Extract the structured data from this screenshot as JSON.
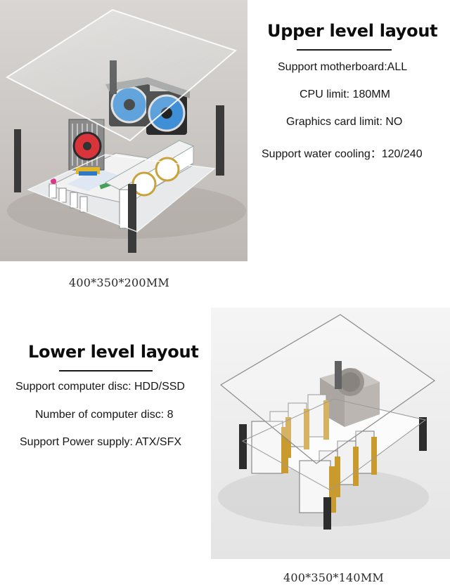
{
  "upper": {
    "heading": "Upper level layout",
    "specs": [
      "Support motherboard:ALL",
      "CPU limit: 180MM",
      "Graphics card limit: NO",
      "Support water cooling：120/240"
    ],
    "dimensions": "400*350*200MM"
  },
  "lower": {
    "heading": "Lower level layout",
    "specs": [
      "Support computer disc: HDD/SSD",
      "Number of computer disc: 8",
      "Support Power supply: ATX/SFX"
    ],
    "dimensions": "400*350*140MM"
  },
  "colors": {
    "upper_photo_bg": "#cfcbc8",
    "lower_photo_bg": "#eeeeee",
    "fan_blue": "#3f8fd6",
    "cpu_cooler_red": "#d8343a",
    "gold_connector": "#c99a2e"
  },
  "icons": [
    "upper-case-render",
    "lower-case-render"
  ]
}
